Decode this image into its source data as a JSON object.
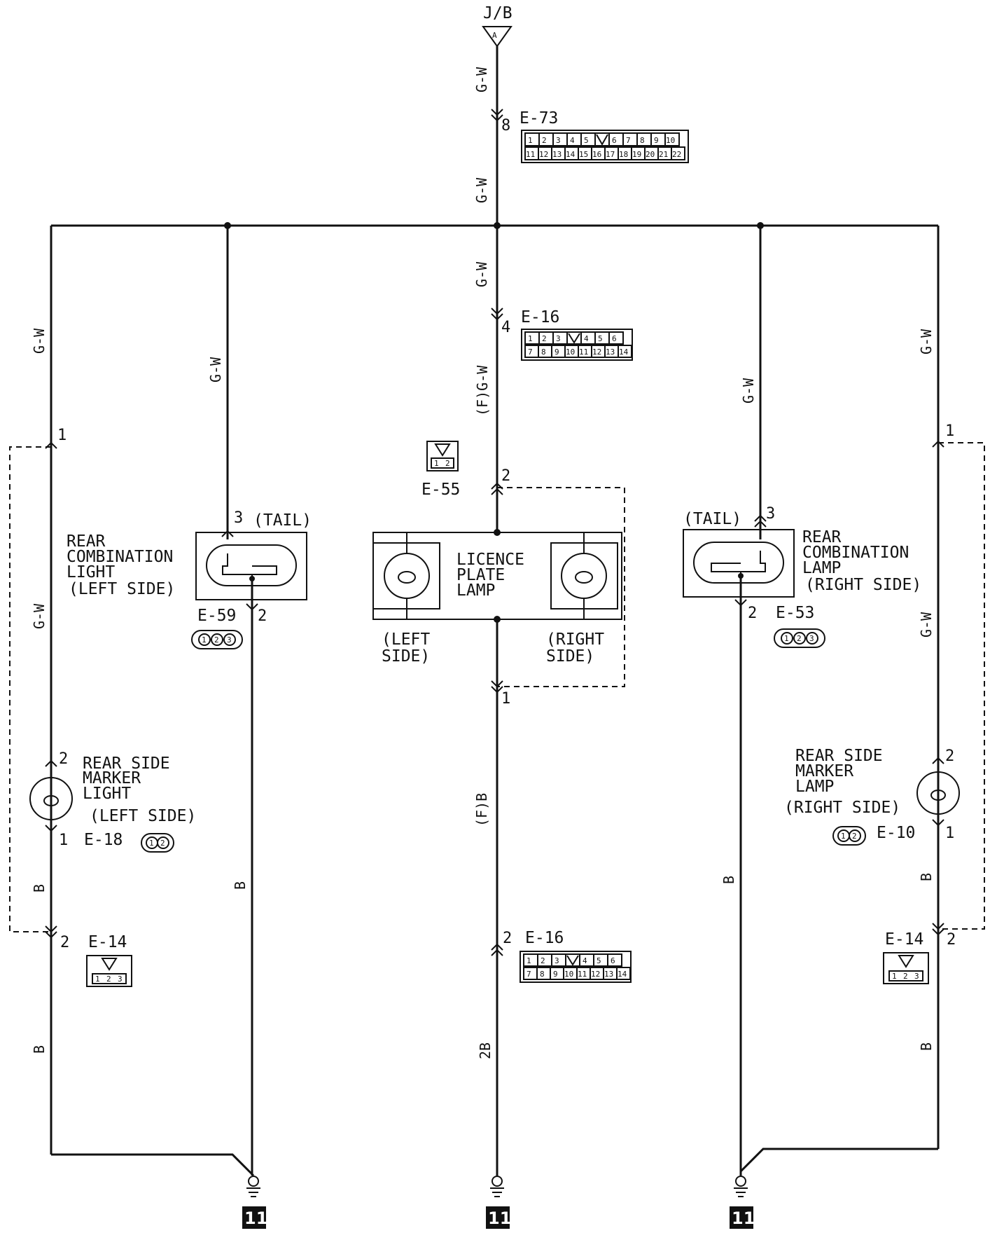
{
  "source": {
    "top_label": "J/B",
    "terminal": "A"
  },
  "wire_colors": {
    "gw": "G-W",
    "fgw": "(F)G-W",
    "b": "B",
    "fb": "(F)B",
    "twob": "2B"
  },
  "connectors": {
    "e73": {
      "id": "E-73",
      "pin": "8",
      "top_row": [
        "1",
        "2",
        "3",
        "4",
        "5",
        "",
        "6",
        "7",
        "8",
        "9",
        "10"
      ],
      "bottom_row": [
        "11",
        "12",
        "13",
        "14",
        "15",
        "16",
        "17",
        "18",
        "19",
        "20",
        "21",
        "22"
      ]
    },
    "e16_top": {
      "id": "E-16",
      "pin": "4",
      "top_row": [
        "1",
        "2",
        "3",
        "",
        "4",
        "5",
        "6"
      ],
      "bottom_row": [
        "7",
        "8",
        "9",
        "10",
        "11",
        "12",
        "13",
        "14"
      ]
    },
    "e16_bottom": {
      "id": "E-16",
      "pin": "2"
    },
    "e55": {
      "id": "E-55",
      "pin_in": "2",
      "pin_out": "1",
      "pins": [
        "1",
        "2"
      ]
    },
    "e59": {
      "id": "E-59",
      "pin_in": "3",
      "pin_out": "2",
      "pins": [
        "1",
        "2",
        "3"
      ]
    },
    "e53": {
      "id": "E-53",
      "pin_in": "3",
      "pin_out": "2",
      "pins": [
        "1",
        "2",
        "3"
      ]
    },
    "e18": {
      "id": "E-18",
      "pin_in": "2",
      "pin_out": "1",
      "pins": [
        "1",
        "2"
      ]
    },
    "e10": {
      "id": "E-10",
      "pin_in": "2",
      "pin_out": "1",
      "pins": [
        "1",
        "2"
      ]
    },
    "e14_left": {
      "id": "E-14",
      "pin": "2",
      "pins": [
        "1",
        "2",
        "3"
      ]
    },
    "e14_right": {
      "id": "E-14",
      "pin": "2",
      "pins": [
        "1",
        "2",
        "3"
      ]
    },
    "left_split_pin": "1",
    "right_split_pin": "1"
  },
  "components": {
    "rear_comb_left": {
      "lines": [
        "REAR",
        "COMBINATION",
        "LIGHT",
        "(LEFT SIDE)"
      ],
      "tag": "(TAIL)"
    },
    "rear_comb_right": {
      "lines": [
        "REAR",
        "COMBINATION",
        "LAMP",
        "(RIGHT SIDE)"
      ],
      "tag": "(TAIL)"
    },
    "licence_plate": {
      "lines": [
        "LICENCE",
        "PLATE",
        "LAMP"
      ],
      "left_side": [
        "(LEFT",
        "SIDE)"
      ],
      "right_side": [
        "(RIGHT",
        "SIDE)"
      ]
    },
    "marker_left": {
      "lines": [
        "REAR SIDE",
        "MARKER",
        "LIGHT",
        "(LEFT SIDE)"
      ]
    },
    "marker_right": {
      "lines": [
        "REAR SIDE",
        "MARKER",
        "LAMP",
        "(RIGHT SIDE)"
      ]
    }
  },
  "grounds": [
    "11",
    "11",
    "11"
  ]
}
